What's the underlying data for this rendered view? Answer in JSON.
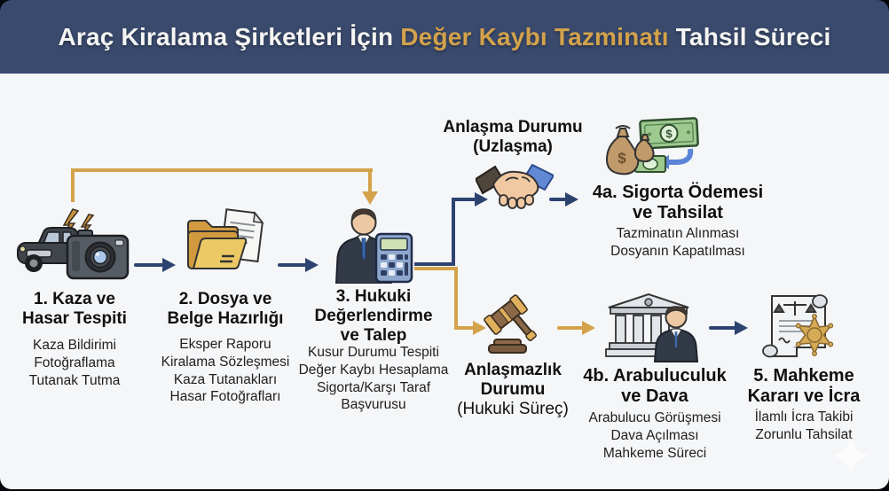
{
  "header": {
    "title_part1": "Araç Kiralama Şirketleri İçin",
    "title_highlight": "Değer Kaybı Tazminatı",
    "title_part2": "Tahsil Süreci"
  },
  "colors": {
    "header_bg": "#3a4a6d",
    "panel_bg": "#f5f6f8",
    "accent_gold": "#d3a24b",
    "arrow_navy": "#2c4370",
    "title_text": "#101010"
  },
  "flow": {
    "steps": [
      {
        "id": "step-1",
        "icon": "car-crash-camera-icon",
        "title_lines": [
          "1. Kaza ve",
          "Hasar Tespiti"
        ],
        "details": [
          "Kaza Bildirimi",
          "Fotoğraflama",
          "Tutanak Tutma"
        ]
      },
      {
        "id": "step-2",
        "icon": "folder-documents-icon",
        "title_lines": [
          "2. Dosya ve",
          "Belge Hazırlığı"
        ],
        "details": [
          "Eksper Raporu",
          "Kiralama Sözleşmesi",
          "Kaza Tutanakları",
          "Hasar Fotoğrafları"
        ]
      },
      {
        "id": "step-3",
        "icon": "businessman-calculator-icon",
        "title_lines": [
          "3. Hukuki",
          "Değerlendirme",
          "ve Talep"
        ],
        "details": [
          "Kusur Durumu Tespiti",
          "Değer Kaybı Hesaplama",
          "Sigorta/Karşı Taraf",
          "Başvurusu"
        ]
      },
      {
        "id": "step-4a",
        "icon": "money-payment-icon",
        "title_lines": [
          "4a. Sigorta Ödemesi",
          "ve Tahsilat"
        ],
        "details": [
          "Tazminatın Alınması",
          "Dosyanın Kapatılması"
        ]
      },
      {
        "id": "step-4b",
        "icon": "courthouse-mediation-icon",
        "title_lines": [
          "4b. Arabuluculuk",
          "ve Dava"
        ],
        "details": [
          "Arabulucu Görüşmesi",
          "Dava Açılması",
          "Mahkeme Süreci"
        ]
      },
      {
        "id": "step-5",
        "icon": "court-order-scroll-icon",
        "title_lines": [
          "5. Mahkeme",
          "Kararı ve İcra"
        ],
        "details": [
          "İlamlı İcra Takibi",
          "Zorunlu Tahsilat"
        ]
      }
    ],
    "branch_labels": {
      "agreement": {
        "icon": "handshake-icon",
        "lines_bold": [
          "Anlaşma Durumu",
          "(Uzlaşma)"
        ]
      },
      "dispute": {
        "icon": "gavel-icon",
        "lines_bold": [
          "Anlaşmazlık",
          "Durumu"
        ],
        "line_regular": "(Hukuki Süreç)"
      }
    }
  },
  "watermark_icon": "sparkle-icon"
}
